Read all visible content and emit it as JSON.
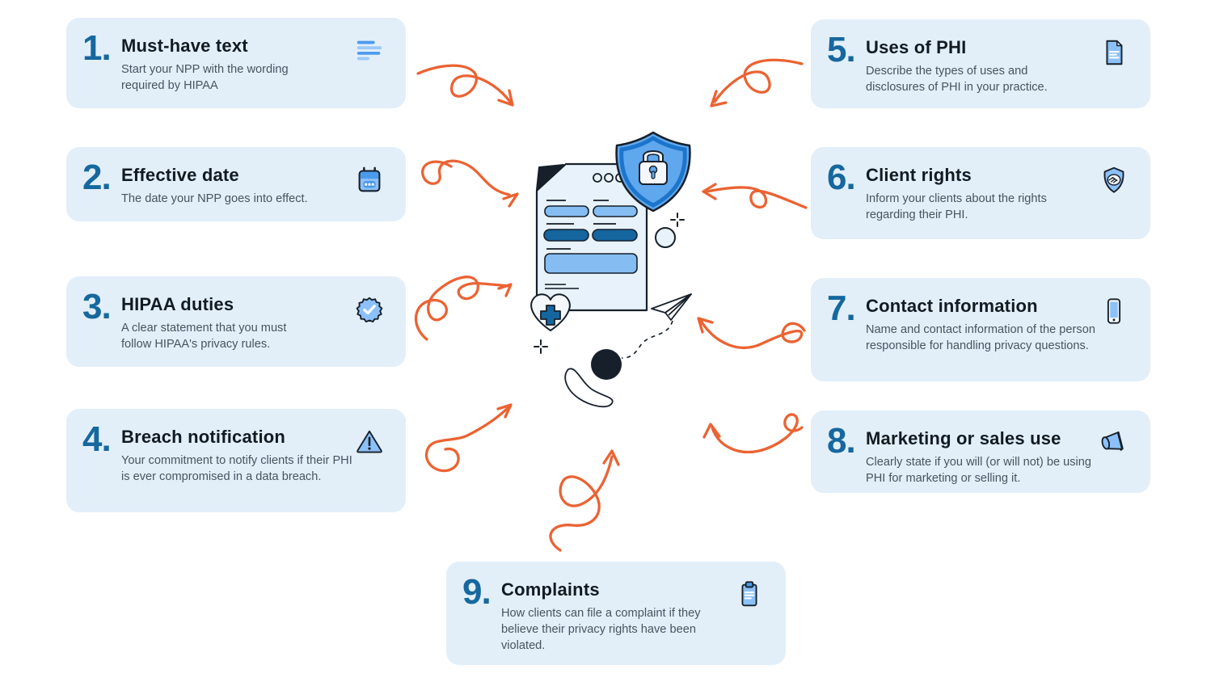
{
  "title": "NPP HIPAA infographic",
  "colors": {
    "card_background": "#E2EFF9",
    "number_blue": "#16689E",
    "title_text": "#121A22",
    "body_text": "#49535E",
    "arrow_orange": "#EB6333",
    "icon_light_blue": "#8CC0F8",
    "icon_mid_blue": "#4C9AEC",
    "doc_dark_blue": "#15659E",
    "shield_blue": "#5FA8EE",
    "outline": "#17202A"
  },
  "items": [
    {
      "number": "1.",
      "title": "Must-have text",
      "description": "Start your NPP with the wording required by HIPAA",
      "icon": "text-lines-icon"
    },
    {
      "number": "2.",
      "title": "Effective date",
      "description": "The date your NPP goes into effect.",
      "icon": "calendar-icon"
    },
    {
      "number": "3.",
      "title": "HIPAA duties",
      "description": "A clear statement that you must follow HIPAA's privacy rules.",
      "icon": "verified-badge-icon"
    },
    {
      "number": "4.",
      "title": "Breach notification",
      "description": "Your commitment to notify clients if their PHI is ever compromised in a data breach.",
      "icon": "warning-triangle-icon"
    },
    {
      "number": "5.",
      "title": "Uses of PHI",
      "description": "Describe the types of uses and disclosures of PHI in your practice.",
      "icon": "document-icon"
    },
    {
      "number": "6.",
      "title": "Client rights",
      "description": "Inform your clients about the rights regarding their PHI.",
      "icon": "handshake-shield-icon"
    },
    {
      "number": "7.",
      "title": "Contact information",
      "description": "Name and contact information of the person responsible for handling privacy questions.",
      "icon": "smartphone-icon"
    },
    {
      "number": "8.",
      "title": "Marketing or sales use",
      "description": "Clearly state if you will (or will not) be using PHI for marketing or selling it.",
      "icon": "megaphone-icon"
    },
    {
      "number": "9.",
      "title": "Complaints",
      "description": "How clients can file a complaint if they believe their privacy rights have been violated.",
      "icon": "clipboard-icon"
    }
  ],
  "center_illustration": {
    "elements": [
      "npp-document",
      "shield-lock-icon",
      "heart-cross-icon",
      "paper-plane-icon",
      "phone-handset-shape",
      "sparkle-plus",
      "circle-accent",
      "dashed-path"
    ]
  }
}
